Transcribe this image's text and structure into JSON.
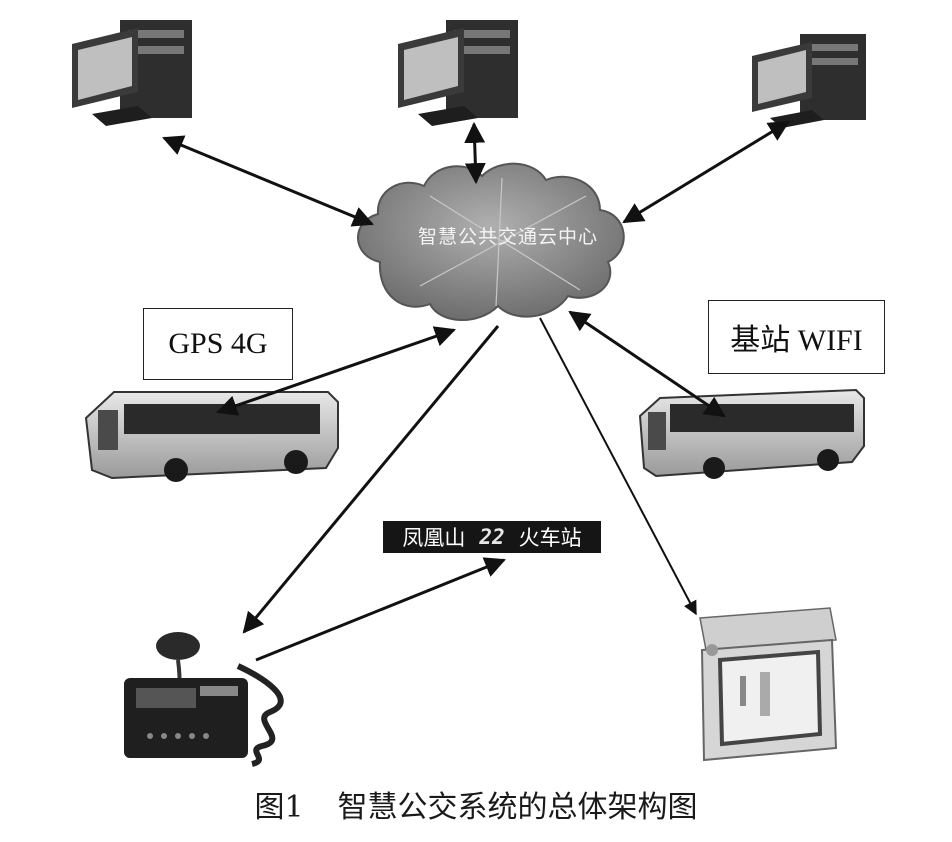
{
  "cloud": {
    "label": "智慧公共交通云中心"
  },
  "boxes": {
    "gps": "GPS 4G",
    "base_station": "基站 WIFI"
  },
  "display_board": {
    "origin": "凤凰山",
    "number": "22",
    "destination": "火车站"
  },
  "caption": {
    "figure_number": "图1",
    "title": "智慧公交系统的总体架构图"
  },
  "icons": [
    "computer-icon",
    "cloud-icon",
    "bus-icon",
    "bus-terminal-icon",
    "onboard-tv-icon"
  ],
  "colors": {
    "ink": "#111111",
    "cloud": "#8a8a8a"
  }
}
